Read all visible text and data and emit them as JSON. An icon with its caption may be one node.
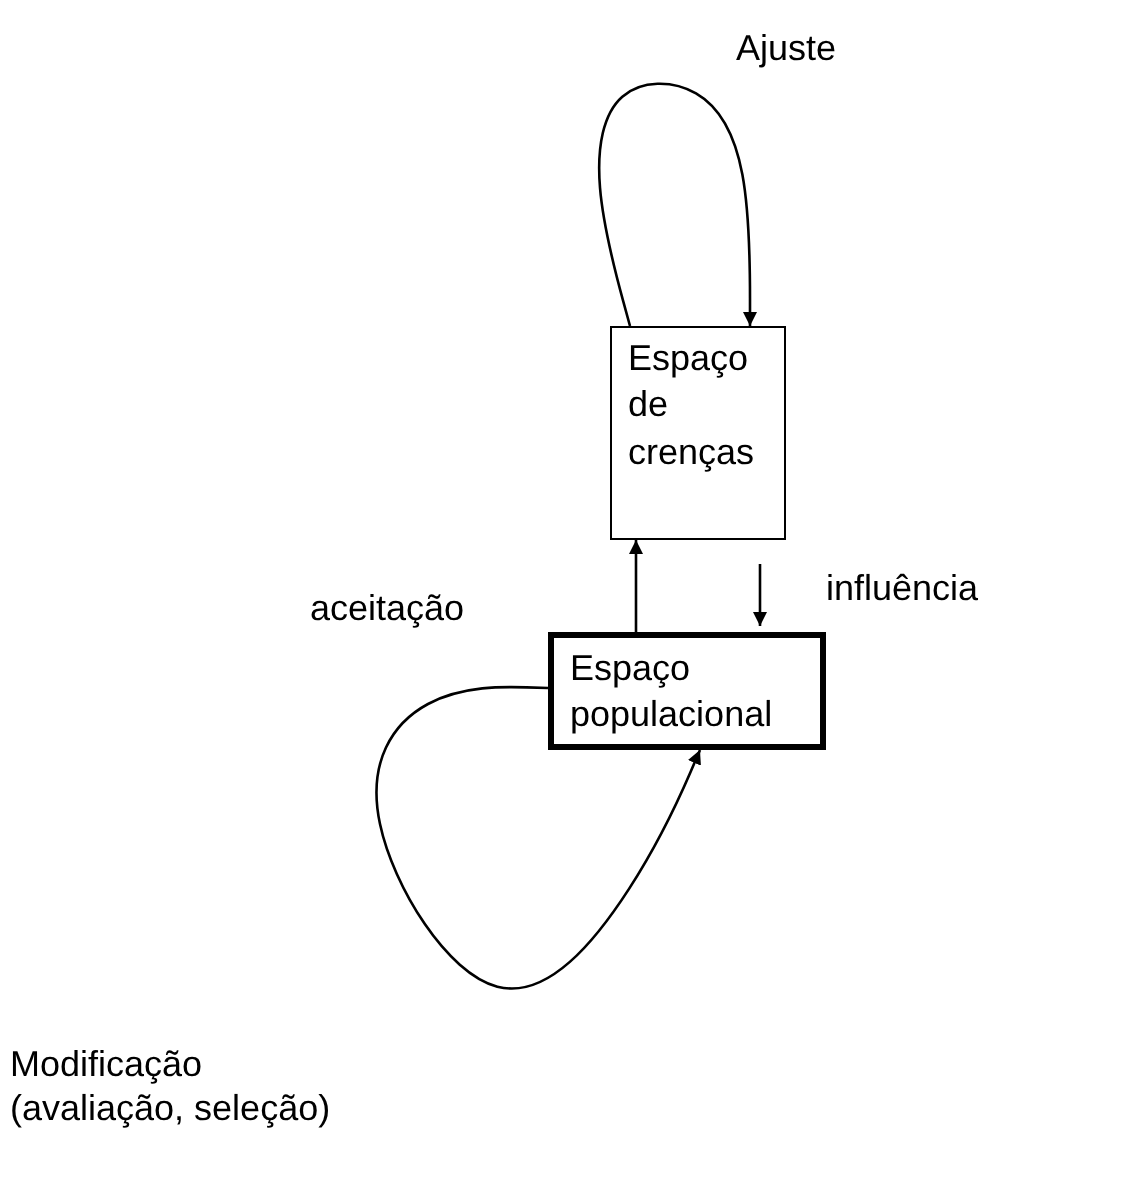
{
  "diagram": {
    "nodes": [
      {
        "text": [
          "Espaço de crenças"
        ]
      },
      {
        "text": [
          "Espaço populacional"
        ]
      }
    ],
    "edges": [
      {
        "from": 0,
        "to": 0,
        "arrow": "to",
        "label": "Ajuste"
      },
      {
        "from": 1,
        "to": 0,
        "arrow": "to",
        "label": "aceitação"
      },
      {
        "from": 0,
        "to": 1,
        "arrow": "to",
        "label": "influência"
      },
      {
        "from": 1,
        "to": 1,
        "arrow": "to",
        "label": "Modificação (avaliação, seleção)"
      }
    ]
  }
}
